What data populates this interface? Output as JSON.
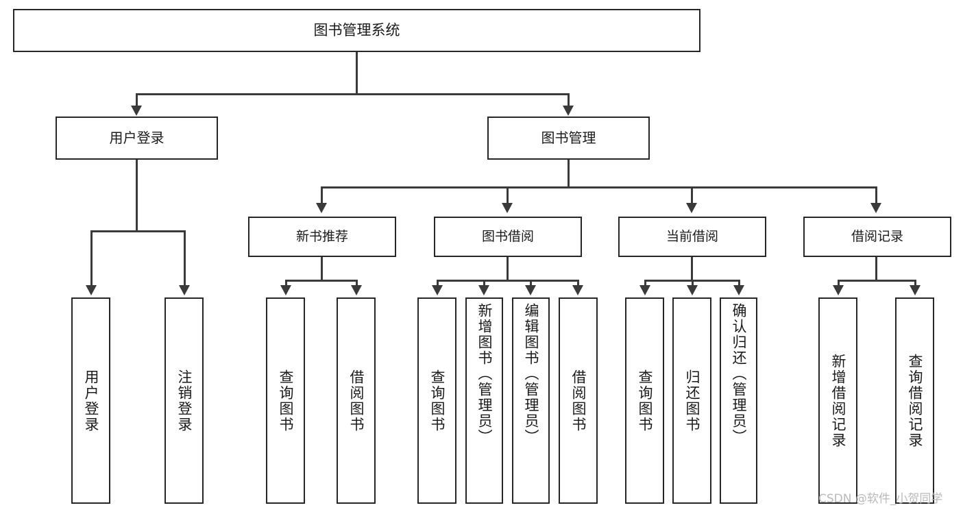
{
  "diagram": {
    "title": "图书管理系统",
    "type": "功能结构图",
    "root": {
      "id": "root",
      "label": "图书管理系统"
    },
    "level2": [
      {
        "id": "user-login",
        "label": "用户登录"
      },
      {
        "id": "book-manage",
        "label": "图书管理"
      }
    ],
    "level3": [
      {
        "id": "new-book-recommend",
        "label": "新书推荐",
        "parent": "book-manage"
      },
      {
        "id": "book-borrow",
        "label": "图书借阅",
        "parent": "book-manage"
      },
      {
        "id": "current-borrow",
        "label": "当前借阅",
        "parent": "book-manage"
      },
      {
        "id": "borrow-record",
        "label": "借阅记录",
        "parent": "book-manage"
      }
    ],
    "leaves": [
      {
        "id": "leaf-user-login",
        "label": "用户登录",
        "parent": "user-login"
      },
      {
        "id": "leaf-logout-login",
        "label": "注销登录",
        "parent": "user-login"
      },
      {
        "id": "leaf-query-book-1",
        "label": "查询图书",
        "parent": "new-book-recommend"
      },
      {
        "id": "leaf-borrow-book-1",
        "label": "借阅图书",
        "parent": "new-book-recommend"
      },
      {
        "id": "leaf-query-book-2",
        "label": "查询图书",
        "parent": "book-borrow"
      },
      {
        "id": "leaf-add-book",
        "label": "新增图书（管理员）",
        "parent": "book-borrow"
      },
      {
        "id": "leaf-edit-book",
        "label": "编辑图书（管理员）",
        "parent": "book-borrow"
      },
      {
        "id": "leaf-borrow-book-2",
        "label": "借阅图书",
        "parent": "book-borrow"
      },
      {
        "id": "leaf-query-book-3",
        "label": "查询图书",
        "parent": "current-borrow"
      },
      {
        "id": "leaf-return-book",
        "label": "归还图书",
        "parent": "current-borrow"
      },
      {
        "id": "leaf-confirm-return",
        "label": "确认归还（管理员）",
        "parent": "current-borrow"
      },
      {
        "id": "leaf-add-record",
        "label": "新增借阅记录",
        "parent": "borrow-record"
      },
      {
        "id": "leaf-query-record",
        "label": "查询借阅记录",
        "parent": "borrow-record"
      }
    ]
  },
  "watermark": {
    "text": "CSDN @软件_小贺同学"
  },
  "colors": {
    "box_border": "#262626",
    "connector": "#3a3a3a",
    "text": "#1a1a1a",
    "background": "#ffffff",
    "watermark": "#b9b9b9"
  }
}
